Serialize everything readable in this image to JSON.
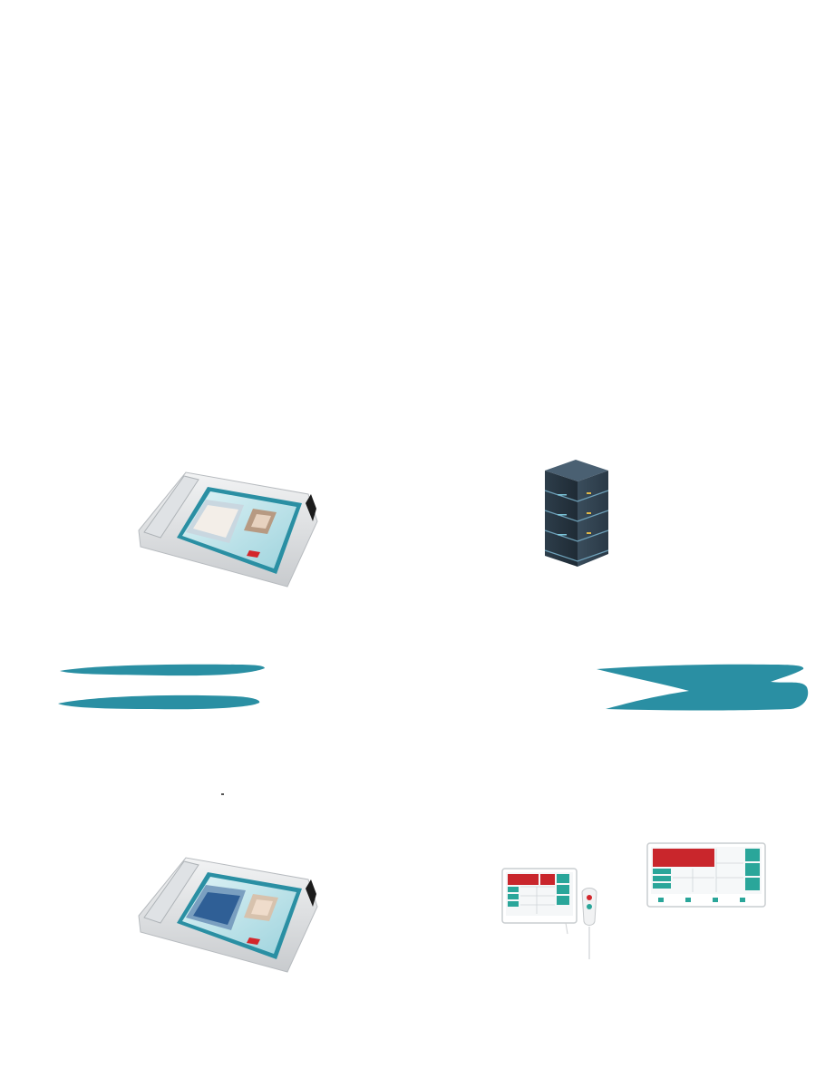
{
  "illustration": {
    "devices": [
      {
        "id": "nurse-station-top",
        "icon": "desk-video-phone-icon"
      },
      {
        "id": "server",
        "icon": "server-rack-icon"
      },
      {
        "id": "nurse-station-bottom",
        "icon": "desk-video-phone-icon"
      },
      {
        "id": "bedside-terminal",
        "icon": "bedside-tablet-icon"
      },
      {
        "id": "ward-display",
        "icon": "ward-display-icon"
      }
    ],
    "colors": {
      "teal": "#2a8fa3",
      "phone_body": "#e6e8ea",
      "server_dark": "#2b3a48",
      "server_edge": "#5a8aa0",
      "screen_red": "#c9262c",
      "screen_teal": "#2aa69a"
    }
  }
}
